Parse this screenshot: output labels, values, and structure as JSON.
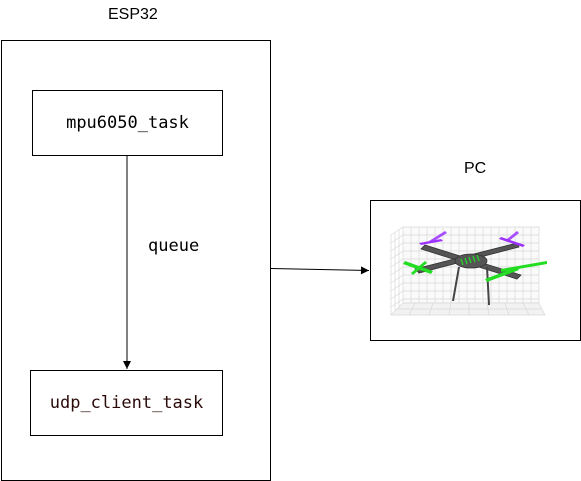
{
  "esp32": {
    "title": "ESP32",
    "mpu_task": "mpu6050_task",
    "queue_label": "queue",
    "udp_task": "udp_client_task"
  },
  "pc": {
    "title": "PC",
    "image": "drone-3d-visualization"
  },
  "colors": {
    "stroke": "#000000",
    "udp_text": "#2b0a0a",
    "drone_body": "#555555",
    "rotor_front": "#22dd22",
    "rotor_back": "#9b30ff"
  }
}
